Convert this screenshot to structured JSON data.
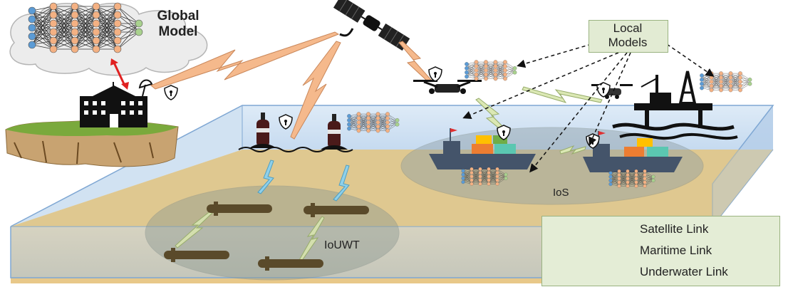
{
  "labels": {
    "global_model": "Global\nModel",
    "local_models": "Local\nModels",
    "ios": "IoS",
    "iouwt": "IoUWT"
  },
  "legend": {
    "items": [
      {
        "label": "Satellite Link",
        "color": "#f5b98c"
      },
      {
        "label": "Maritime Link",
        "color": "#d9e6b3"
      },
      {
        "label": "Underwater Link",
        "color": "#8fd0ea"
      }
    ]
  },
  "colors": {
    "water": "#cfe2f3",
    "seabed": "#e8c889",
    "zone_fill": "#9aa6a8",
    "nn_node_blue": "#5b9bd5",
    "nn_node_orange": "#f4b183",
    "nn_node_green": "#a9d18e",
    "ship_hull": "#44546a",
    "alert_arrow": "#e02020"
  }
}
